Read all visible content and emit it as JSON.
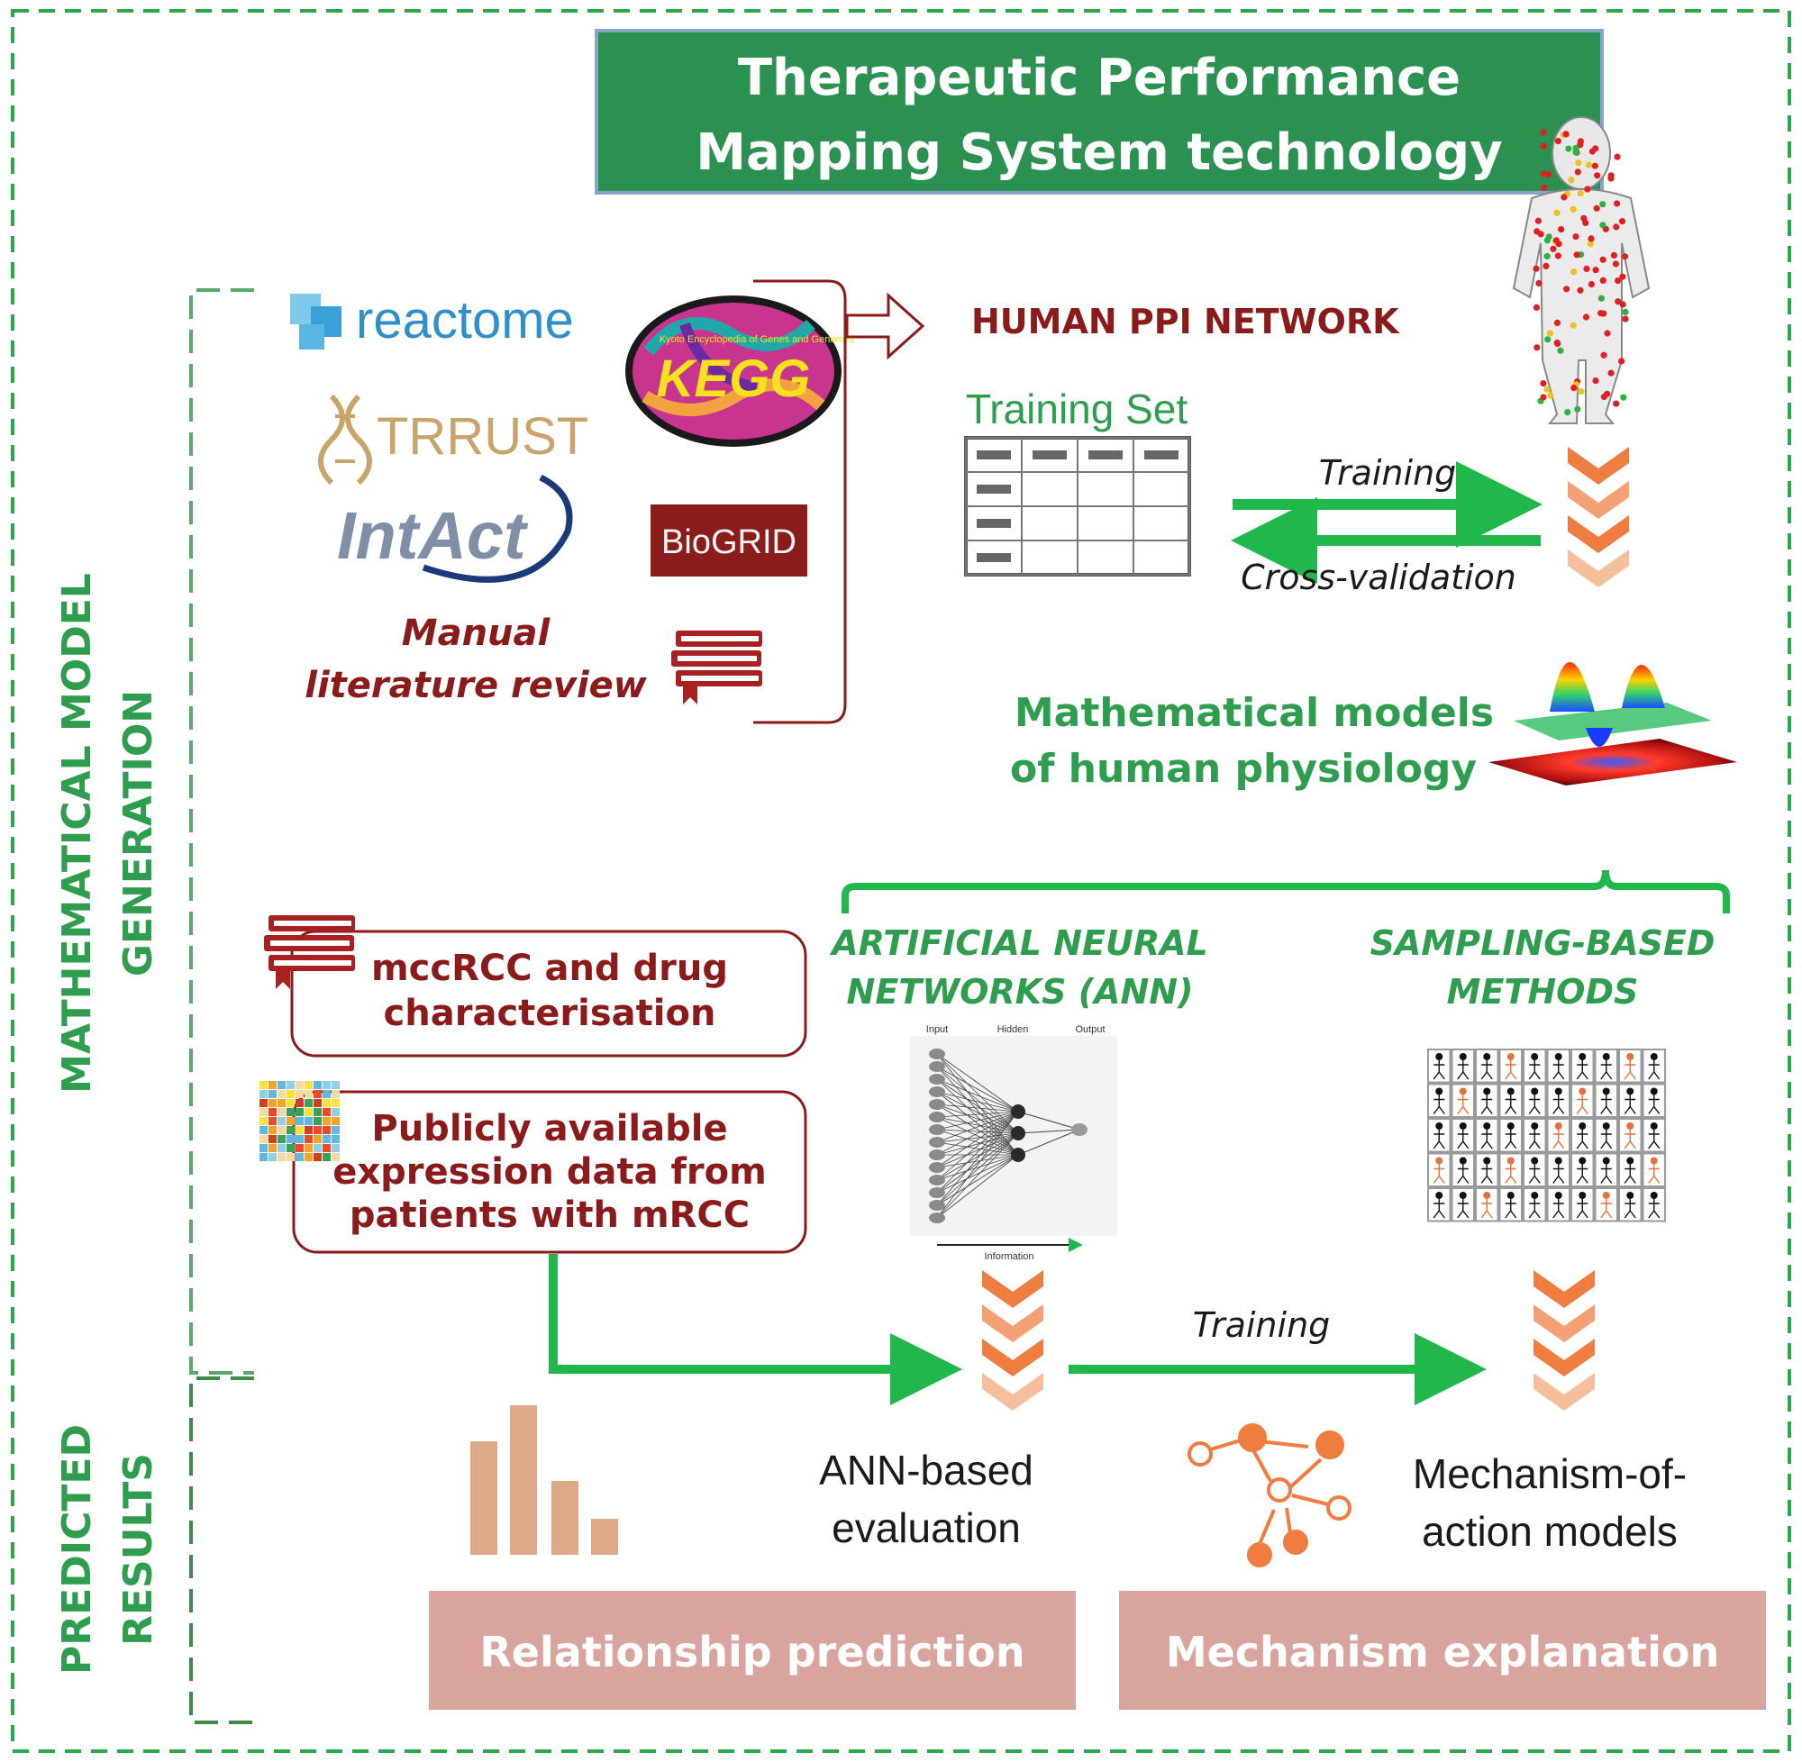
{
  "title": {
    "line1": "Therapeutic Performance",
    "line2": "Mapping System technology"
  },
  "side_labels": {
    "model_gen_line1": "MATHEMATICAL MODEL",
    "model_gen_line2": "GENERATION",
    "results_line1": "PREDICTED",
    "results_line2": "RESULTS"
  },
  "sources": {
    "reactome": "reactome",
    "kegg": "KEGG",
    "kegg_sub": "Kyoto Encyclopedia of Genes and Genomes",
    "trrust": "TRRUST",
    "intact": "IntAct",
    "biogrid": "BioGRID",
    "manual_line1": "Manual",
    "manual_line2": "literature review"
  },
  "ppi_network": "HUMAN PPI NETWORK",
  "training_set": "Training Set",
  "training_label": "Training",
  "cross_validation": "Cross-validation",
  "math_models": {
    "line1": "Mathematical models",
    "line2": "of human physiology"
  },
  "ann": {
    "line1": "ARTIFICIAL NEURAL",
    "line2": "NETWORKS (ANN)",
    "input": "Input",
    "hidden": "Hidden",
    "output": "Output",
    "information": "Information"
  },
  "sampling": {
    "line1": "SAMPLING-BASED",
    "line2": "METHODS"
  },
  "mccrcc": {
    "line1": "mccRCC and drug",
    "line2": "characterisation"
  },
  "expression": {
    "line1": "Publicly available",
    "line2": "expression data from",
    "line3": "patients with mRCC"
  },
  "training_bottom": "Training",
  "ann_eval": {
    "line1": "ANN-based",
    "line2": "evaluation"
  },
  "moa": {
    "line1": "Mechanism-of-",
    "line2": "action models"
  },
  "relationship_prediction": "Relationship prediction",
  "mechanism_explanation": "Mechanism explanation",
  "colors": {
    "green": "#2e9e4e",
    "dark_red": "#8b1a1a",
    "title_bg": "#2b9150",
    "pink_box": "#d9a49d",
    "orange": "#ee7d3f"
  }
}
